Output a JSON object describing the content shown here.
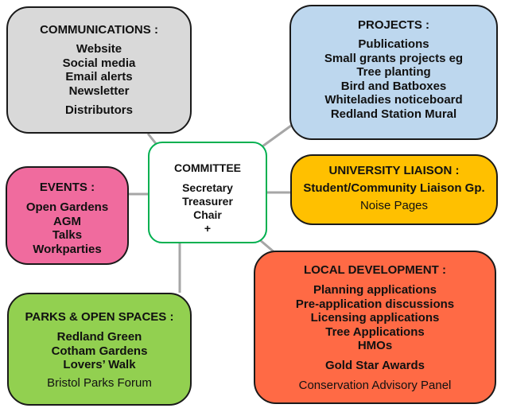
{
  "colors": {
    "communications": "#d9d9d9",
    "projects": "#bdd7ee",
    "committee_border": "#00b050",
    "university": "#ffc000",
    "events": "#f06b9e",
    "parks": "#92d050",
    "local_development": "#ff6a45",
    "connector": "#a6a6a6"
  },
  "communications": {
    "title": "COMMUNICATIONS :",
    "items": [
      "Website",
      "Social media",
      "Email alerts",
      "Newsletter"
    ],
    "extra": "Distributors"
  },
  "projects": {
    "title": "PROJECTS :",
    "items": [
      "Publications",
      "Small grants projects eg",
      "Tree planting",
      "Bird and Batboxes",
      "Whiteladies noticeboard",
      "Redland Station Mural"
    ]
  },
  "committee": {
    "title": "COMMITTEE",
    "items": [
      "Secretary",
      "Treasurer",
      "Chair",
      "+"
    ]
  },
  "university": {
    "title": "UNIVERSITY LIAISON :",
    "item": "Student/Community Liaison Gp.",
    "note": "Noise Pages"
  },
  "events": {
    "title": "EVENTS :",
    "items": [
      "Open Gardens",
      "AGM",
      "Talks",
      "Workparties"
    ]
  },
  "parks": {
    "title": "PARKS & OPEN SPACES :",
    "items": [
      "Redland Green",
      "Cotham Gardens",
      "Lovers’ Walk"
    ],
    "note": "Bristol Parks Forum"
  },
  "local_development": {
    "title": "LOCAL DEVELOPMENT :",
    "items": [
      "Planning applications",
      "Pre-application discussions",
      "Licensing applications",
      "Tree Applications",
      "HMOs"
    ],
    "extra": "Gold Star Awards",
    "note": "Conservation Advisory Panel"
  }
}
